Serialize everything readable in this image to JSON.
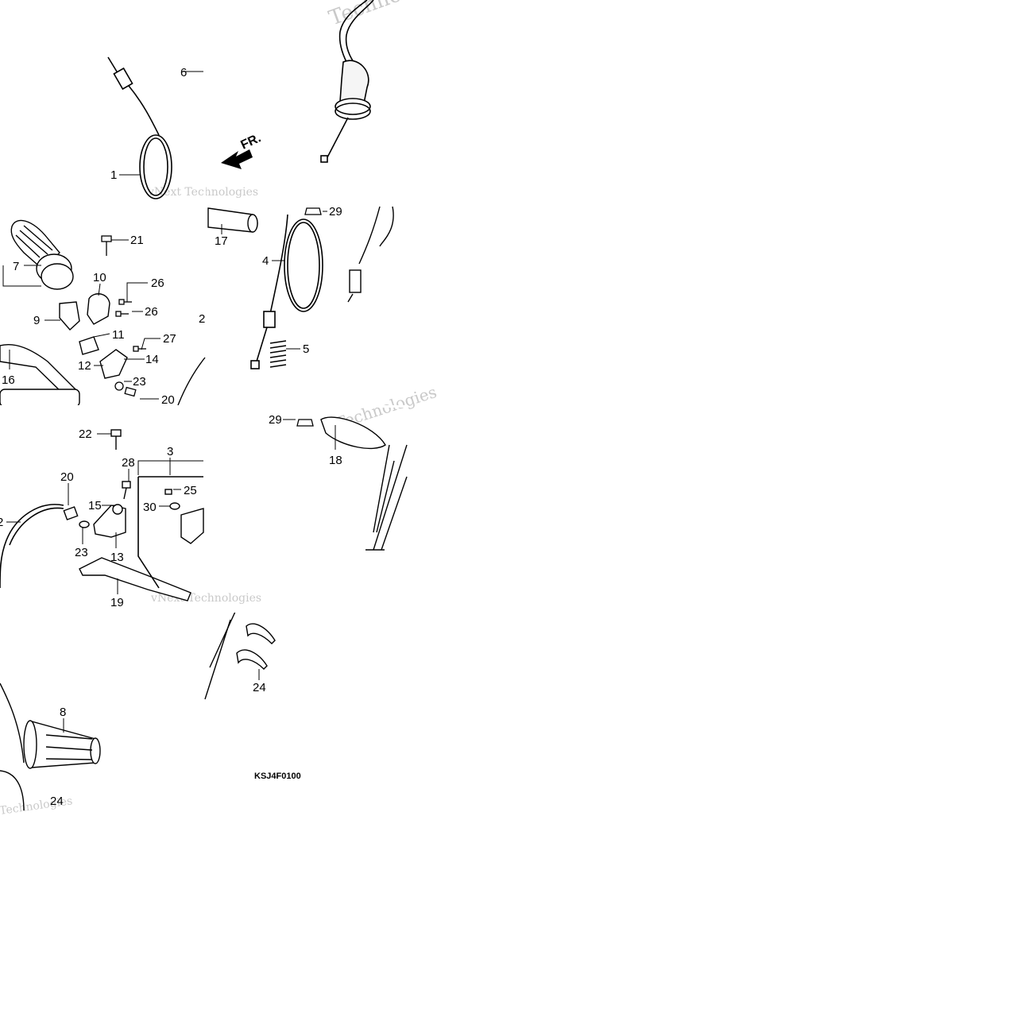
{
  "diagram": {
    "part_code": "KSJ4F0100",
    "direction_mark": "FR.",
    "watermarks": [
      "Technologies",
      "vNext Technologies"
    ],
    "callouts": [
      {
        "id": "c1",
        "label": "1"
      },
      {
        "id": "c2",
        "label": "2"
      },
      {
        "id": "c3",
        "label": "3"
      },
      {
        "id": "c4",
        "label": "4"
      },
      {
        "id": "c5",
        "label": "5"
      },
      {
        "id": "c6",
        "label": "6"
      },
      {
        "id": "c7",
        "label": "7"
      },
      {
        "id": "c8",
        "label": "8"
      },
      {
        "id": "c9",
        "label": "9"
      },
      {
        "id": "c10",
        "label": "10"
      },
      {
        "id": "c11",
        "label": "11"
      },
      {
        "id": "c12",
        "label": "12"
      },
      {
        "id": "c13",
        "label": "13"
      },
      {
        "id": "c14",
        "label": "14"
      },
      {
        "id": "c15",
        "label": "15"
      },
      {
        "id": "c16",
        "label": "16"
      },
      {
        "id": "c17",
        "label": "17"
      },
      {
        "id": "c18",
        "label": "18"
      },
      {
        "id": "c19",
        "label": "19"
      },
      {
        "id": "c20a",
        "label": "20"
      },
      {
        "id": "c20b",
        "label": "20"
      },
      {
        "id": "c21",
        "label": "21"
      },
      {
        "id": "c22",
        "label": "22"
      },
      {
        "id": "c23a",
        "label": "23"
      },
      {
        "id": "c23b",
        "label": "23"
      },
      {
        "id": "c24a",
        "label": "24"
      },
      {
        "id": "c24b",
        "label": "24"
      },
      {
        "id": "c25",
        "label": "25"
      },
      {
        "id": "c26a",
        "label": "26"
      },
      {
        "id": "c26b",
        "label": "26"
      },
      {
        "id": "c27",
        "label": "27"
      },
      {
        "id": "c28",
        "label": "28"
      },
      {
        "id": "c29a",
        "label": "29"
      },
      {
        "id": "c29b",
        "label": "29"
      },
      {
        "id": "c30",
        "label": "30"
      },
      {
        "id": "c2b",
        "label": "2"
      }
    ]
  }
}
